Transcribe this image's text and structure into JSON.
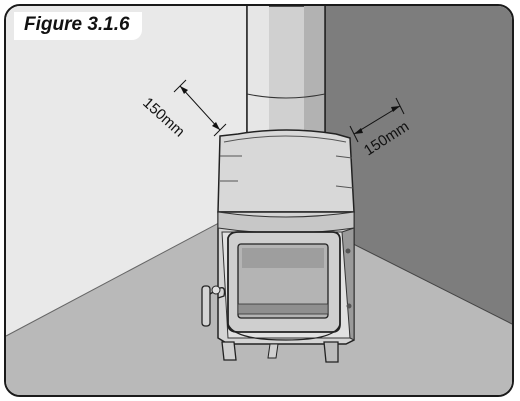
{
  "figure": {
    "label": "Figure 3.1.6"
  },
  "dimensions": {
    "left_clearance": "150mm",
    "right_clearance": "150mm"
  },
  "colors": {
    "left_wall": "#e9e9e9",
    "right_wall": "#7c7c7c",
    "floor": "#b8b8b8",
    "stove_body": "#d9d9d9",
    "outline": "#222222"
  }
}
